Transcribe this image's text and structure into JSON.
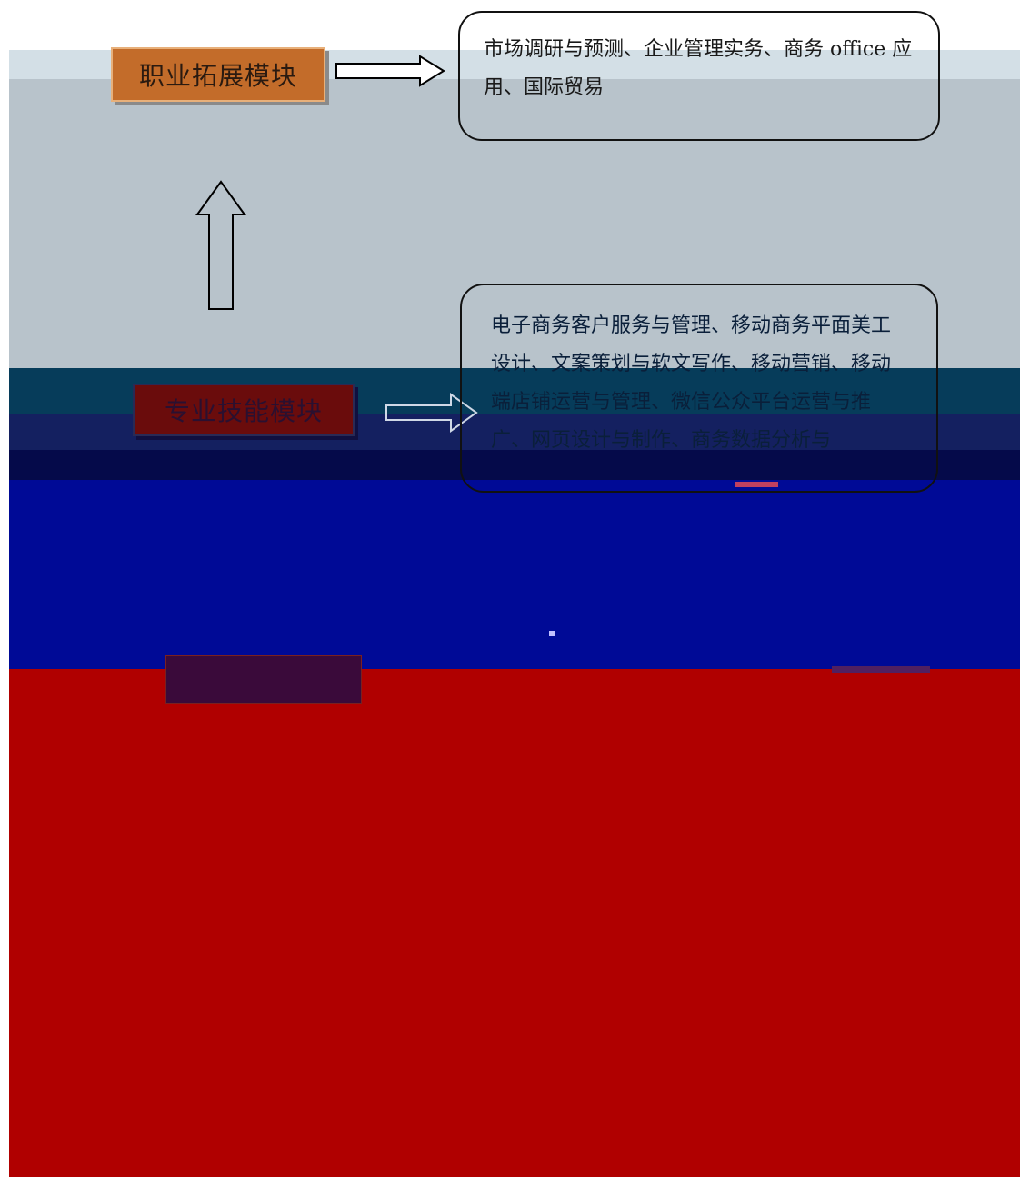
{
  "modules": {
    "career": "职业拓展模块",
    "skill": "专业技能模块",
    "base": ""
  },
  "descriptions": {
    "career": "市场调研与预测、企业管理实务、商务 office 应用、国际贸易",
    "skill": "电子商务客户服务与管理、移动商务平面美工设计、文案策划与软文写作、移动营销、移动端店铺运营与管理、微信公众平台运营与推广、网页设计与制作、商务数据分析与"
  },
  "colors": {
    "career_box": "#c36c2a",
    "skill_box": "#6a0c0c",
    "band_grey": "#b8c3cb",
    "band_teal": "#063c5a",
    "band_blue": "#000a96",
    "band_red": "#b00000"
  }
}
